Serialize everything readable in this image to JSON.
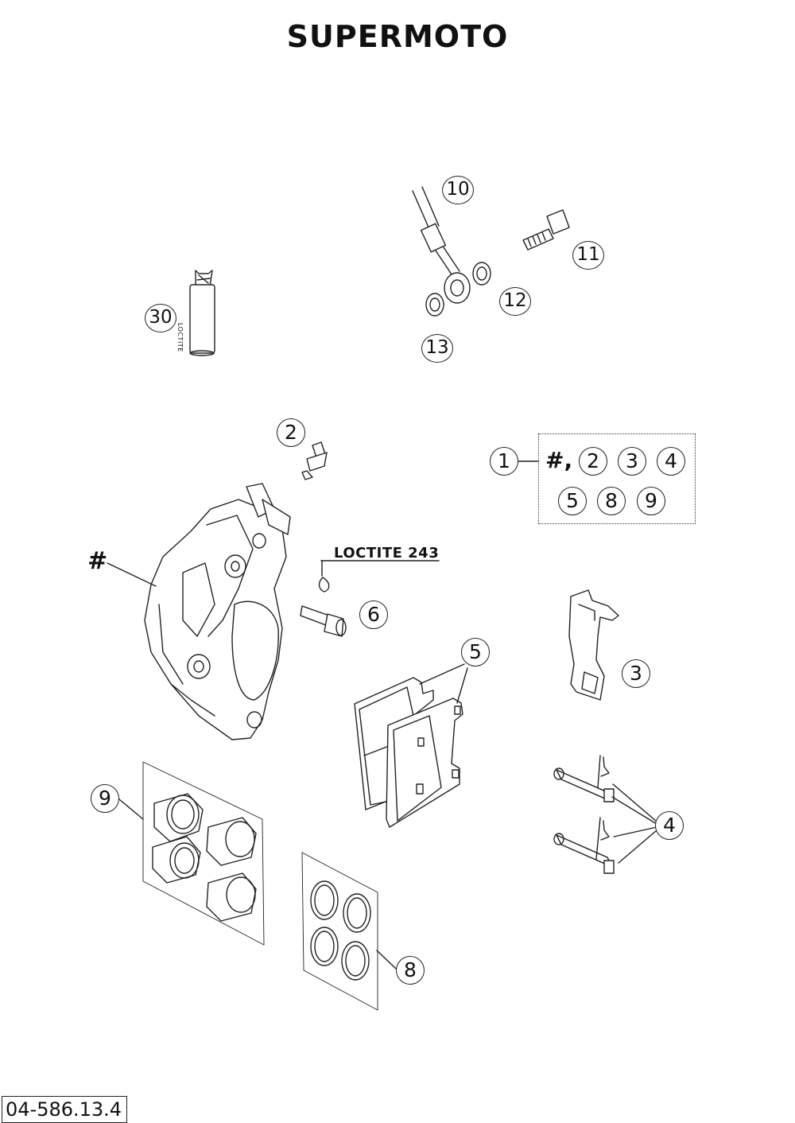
{
  "title": "SUPERMOTO",
  "reference_code": "04-586.13.4",
  "loctite_label": "LOCTITE 243",
  "tube_label": "LOCTITE",
  "caliper_marker": "#",
  "kit": {
    "main_number": "1",
    "prefix": "#,",
    "contents": [
      "2",
      "3",
      "4",
      "5",
      "8",
      "9"
    ]
  },
  "callouts": [
    "2",
    "3",
    "4",
    "5",
    "6",
    "8",
    "9",
    "10",
    "11",
    "12",
    "13",
    "30"
  ]
}
